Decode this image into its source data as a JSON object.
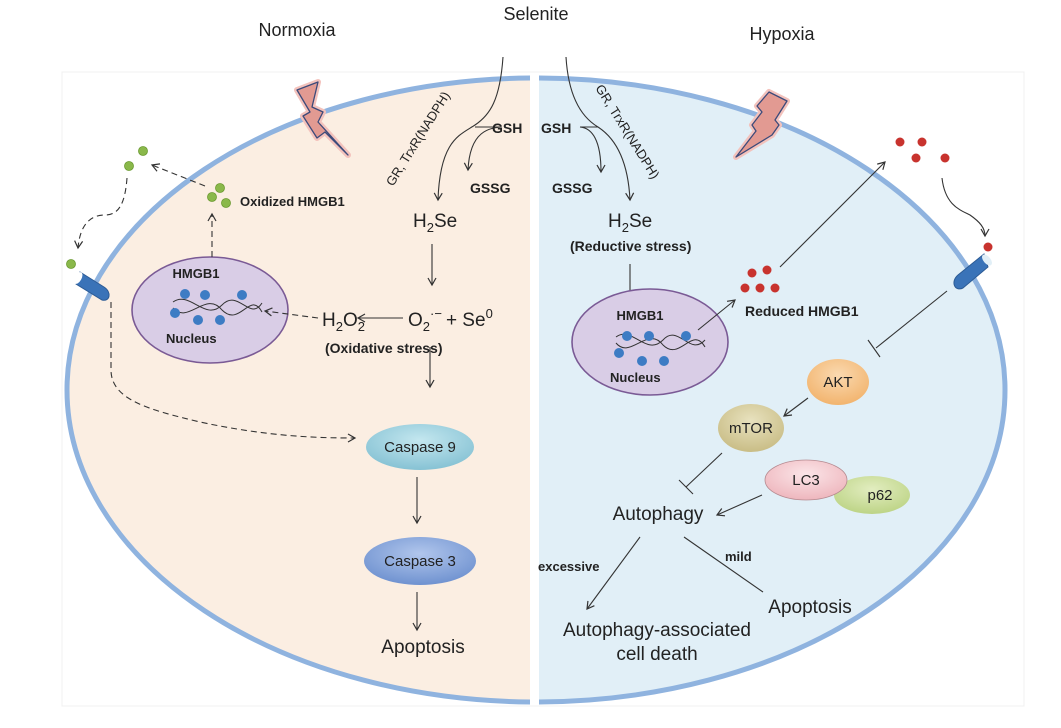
{
  "figure": {
    "top_label": "Selenite",
    "left_panel": {
      "condition": "Normoxia",
      "enzyme_label": "GR, TrxR(NADPH)",
      "gsh": "GSH",
      "gssg": "GSSG",
      "h2se": {
        "main": "H",
        "sub": "2",
        "rest": "Se"
      },
      "ros": {
        "o": "O",
        "o_sub": "2",
        "o_sup": "·−",
        "plus": "+ Se",
        "se_sup": "0"
      },
      "h2o2": {
        "h": "H",
        "h_sub": "2",
        "o": "O",
        "o_sub": "2"
      },
      "stress_label": "(Oxidative stress)",
      "hmgb1_label": "Oxidized HMGB1",
      "nucleus_hmgb1": "HMGB1",
      "nucleus_label": "Nucleus",
      "caspase9": "Caspase 9",
      "caspase3": "Caspase 3",
      "outcome": "Apoptosis",
      "colors": {
        "cytoplasm": "#fbeee2",
        "hmgb1": "#8ab84a"
      }
    },
    "right_panel": {
      "condition": "Hypoxia",
      "enzyme_label": "GR, TrxR(NADPH)",
      "gsh": "GSH",
      "gssg": "GSSG",
      "h2se": {
        "main": "H",
        "sub": "2",
        "rest": "Se"
      },
      "stress_label": "(Reductive stress)",
      "hmgb1_label": "Reduced HMGB1",
      "nucleus_hmgb1": "HMGB1",
      "nucleus_label": "Nucleus",
      "akt": "AKT",
      "mtor": "mTOR",
      "lc3": "LC3",
      "p62": "p62",
      "autophagy": "Autophagy",
      "excessive": "excessive",
      "mild": "mild",
      "outcome_excessive_line1": "Autophagy-associated",
      "outcome_excessive_line2": "cell death",
      "outcome_mild": "Apoptosis",
      "colors": {
        "cytoplasm": "#e1eff7",
        "hmgb1": "#c8332e"
      }
    },
    "colors": {
      "membrane": "#8fb3df",
      "nucleus": "#d9cde6",
      "nucleus_border": "#7a5a95",
      "dna_dots": "#3d7cc4",
      "receptor": "#3a73b8",
      "bolt": "#e29a92",
      "caspase9": "#9fd3e0",
      "caspase3": "#8aa9dc",
      "akt": "#f6c48e",
      "mtor": "#d8cf9f",
      "lc3": "#f6cfd4",
      "p62": "#cfe0a0"
    }
  }
}
